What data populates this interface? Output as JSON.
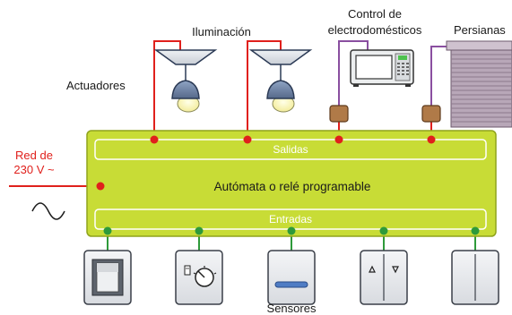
{
  "labels": {
    "iluminacion": "Iluminación",
    "control_line1": "Control de",
    "control_line2": "electrodomésticos",
    "persianas": "Persianas",
    "actuadores": "Actuadores",
    "red_line1": "Red de",
    "red_line2": "230 V ~",
    "salidas": "Salidas",
    "automata": "Autómata o relé programable",
    "entradas": "Entradas",
    "sensores": "Sensores"
  },
  "colors": {
    "plc_fill": "#c8dc36",
    "plc_stroke": "#8fa31c",
    "output_wire": "#e0201c",
    "input_wire": "#2e9a3a",
    "appliance_wire": "#8a4fa0",
    "relay_box": "#b07a48",
    "lamp_body": "#6f86a8",
    "blind_fill": "#b8a7b8"
  },
  "icons": {
    "lamp": "ceiling-lamp-icon",
    "microwave": "microwave-icon",
    "blind": "roller-blind-icon",
    "relay": "relay-module-icon",
    "ac_wave": "alternating-current-icon",
    "switch": "rocker-switch-icon",
    "timer": "timer-icon",
    "presence": "presence-sensor-icon",
    "updown": "up-down-switch-icon",
    "double": "double-switch-icon"
  }
}
